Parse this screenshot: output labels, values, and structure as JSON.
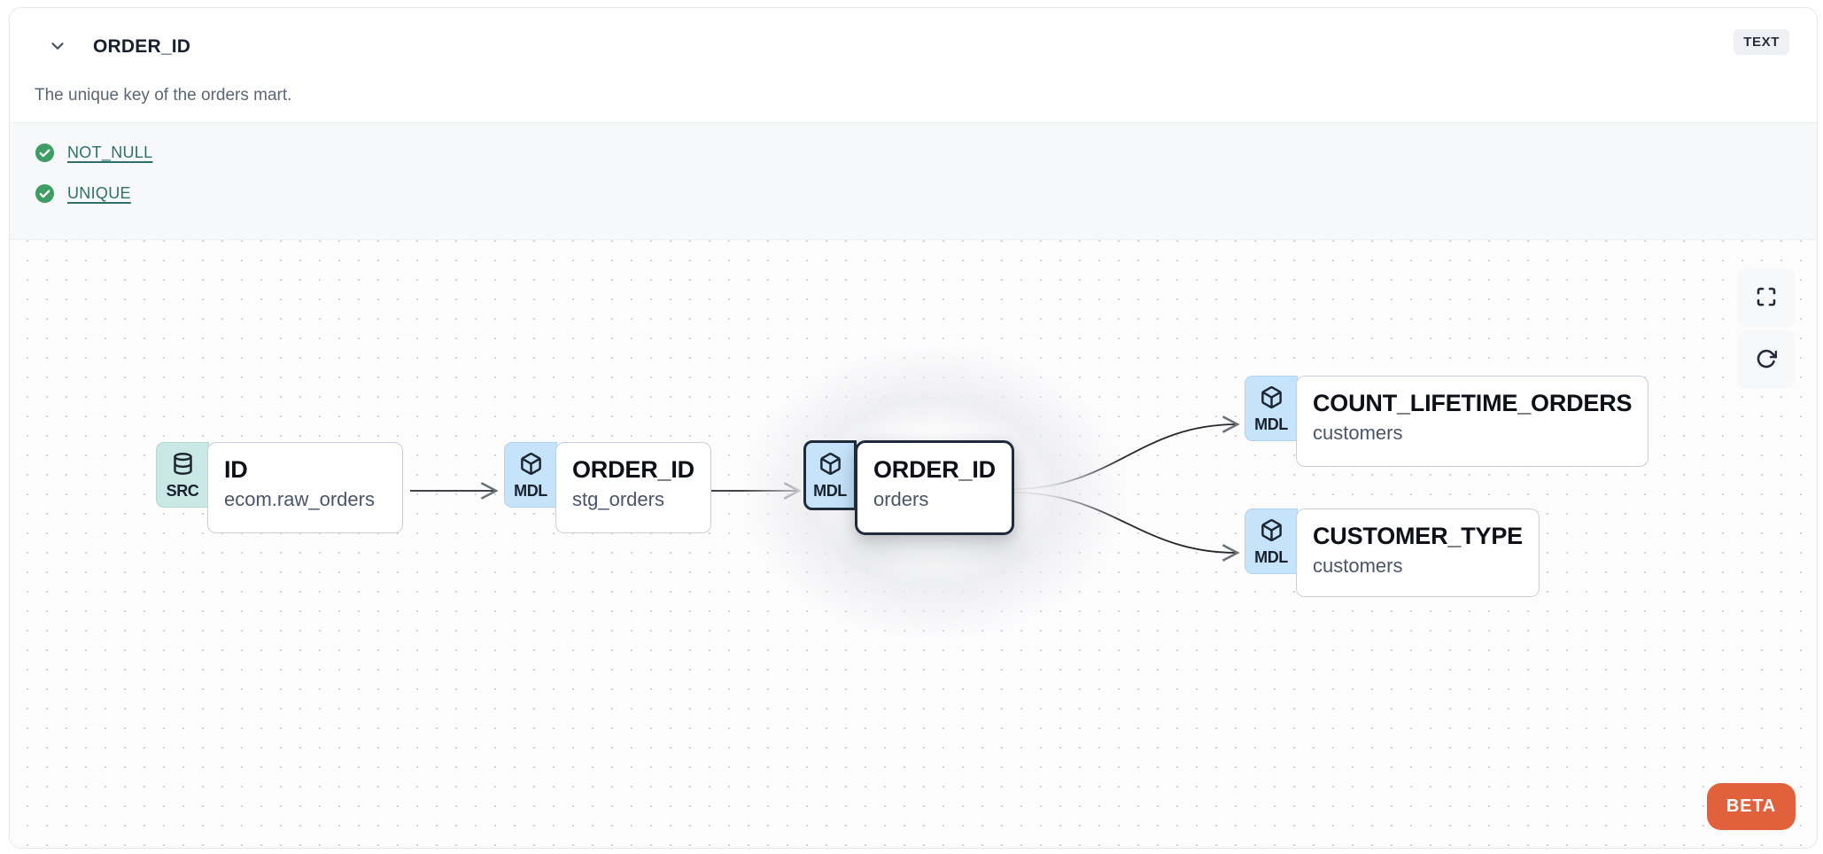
{
  "header": {
    "title": "ORDER_ID",
    "type_badge": "TEXT",
    "description": "The unique key of the orders mart."
  },
  "tests": [
    {
      "label": "NOT_NULL",
      "status": "pass"
    },
    {
      "label": "UNIQUE",
      "status": "pass"
    }
  ],
  "lineage": {
    "nodes": [
      {
        "id": "source",
        "badge": "SRC",
        "icon": "database-icon",
        "title": "ID",
        "subtitle": "ecom.raw_orders",
        "selected": false
      },
      {
        "id": "staging",
        "badge": "MDL",
        "icon": "cube-icon",
        "title": "ORDER_ID",
        "subtitle": "stg_orders",
        "selected": false
      },
      {
        "id": "mart",
        "badge": "MDL",
        "icon": "cube-icon",
        "title": "ORDER_ID",
        "subtitle": "orders",
        "selected": true
      },
      {
        "id": "count",
        "badge": "MDL",
        "icon": "cube-icon",
        "title": "COUNT_LIFETIME_ORDERS",
        "subtitle": "customers",
        "selected": false
      },
      {
        "id": "cust_type",
        "badge": "MDL",
        "icon": "cube-icon",
        "title": "CUSTOMER_TYPE",
        "subtitle": "customers",
        "selected": false
      }
    ],
    "edges": [
      {
        "from": "source",
        "to": "staging"
      },
      {
        "from": "staging",
        "to": "mart"
      },
      {
        "from": "mart",
        "to": "count"
      },
      {
        "from": "mart",
        "to": "cust_type"
      }
    ],
    "beta_label": "BETA"
  },
  "colors": {
    "test_pass_green": "#3d9d64",
    "test_link_teal": "#2e6f6a",
    "src_badge_bg": "#c9e7e4",
    "mdl_badge_bg": "#c5e3fa",
    "selected_border": "#1f2a3a",
    "beta_orange": "#e2613d",
    "edge_stroke": "#24272b"
  }
}
